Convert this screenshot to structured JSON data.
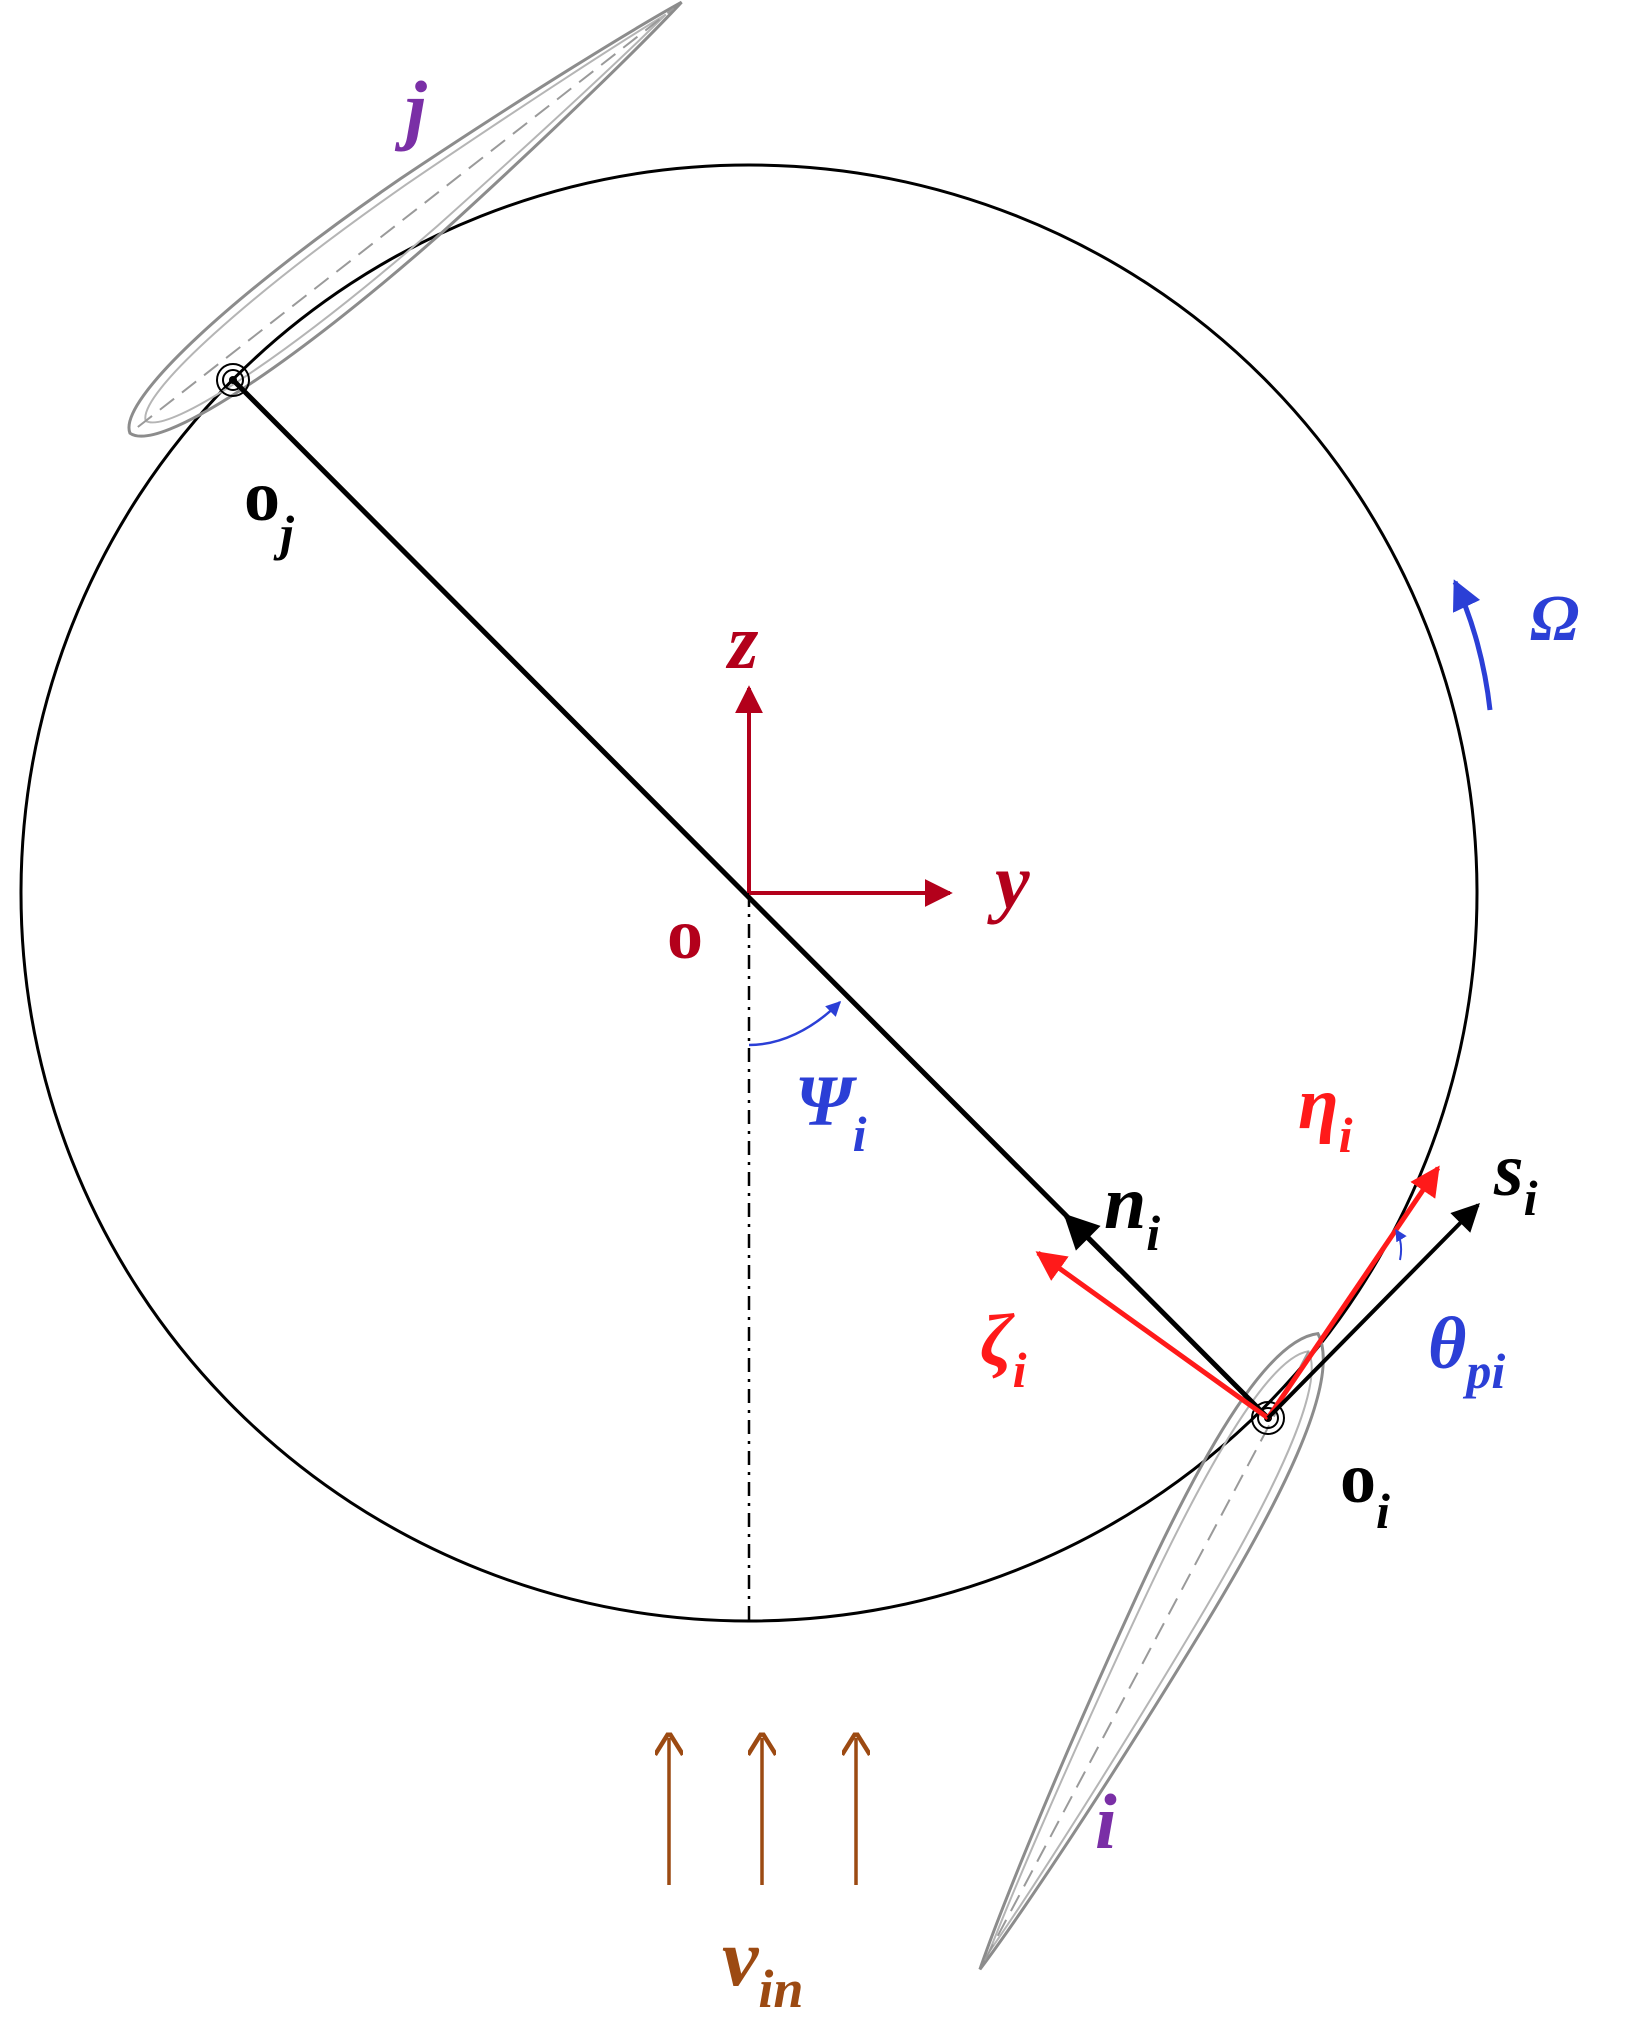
{
  "colors": {
    "black": "#000000",
    "red": "#b3001b",
    "bright_red": "#ff1a1a",
    "blue": "#2b3fd6",
    "purple": "#7a2fa6",
    "brown": "#9c4a12",
    "gray": "#8c8c8c"
  },
  "labels": {
    "blade_j": "j",
    "blade_i": "i",
    "center": "o",
    "pivot_j_main": "o",
    "pivot_j_sub": "j",
    "pivot_i_main": "o",
    "pivot_i_sub": "i",
    "axis_z": "z",
    "axis_y": "y",
    "omega": "Ω",
    "psi_main": "Ψ",
    "psi_sub": "i",
    "n_main": "n",
    "n_sub": "i",
    "eta_main": "η",
    "eta_sub": "i",
    "s_main": "s",
    "s_sub": "i",
    "zeta_main": "ζ",
    "zeta_sub": "i",
    "theta_main": "θ",
    "theta_sub": "pi",
    "v_main": "v",
    "v_sub": "in"
  }
}
